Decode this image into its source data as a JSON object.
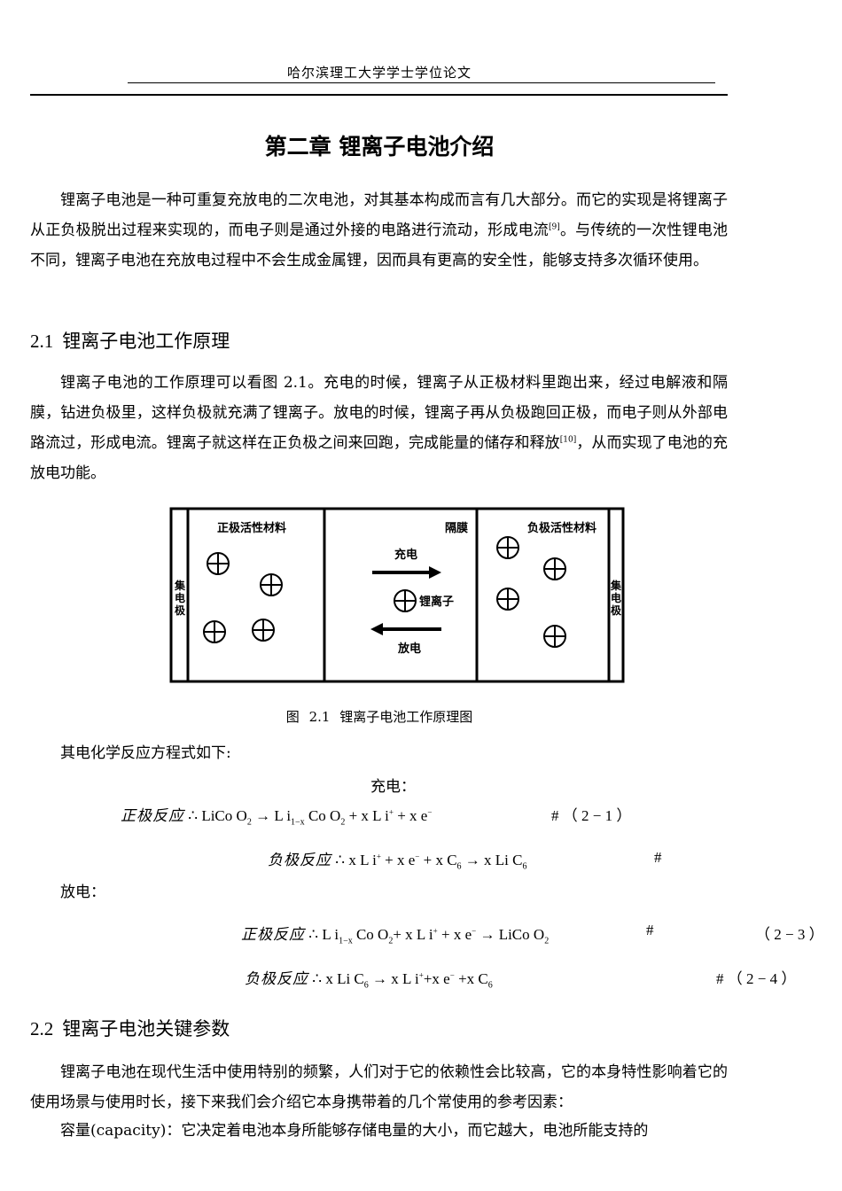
{
  "header": {
    "title": "哈尔滨理工大学学士学位论文"
  },
  "chapter": {
    "title": "第二章  锂离子电池介绍"
  },
  "intro": {
    "p1a": "锂离子电池是一种可重复充放电的二次电池，对其基本构成而言有几大部分。而它的实现是将锂离子从正负极脱出过程来实现的，而电子则是通过外接的电路进行流动，形成电流",
    "p1ref": "[9]",
    "p1b": "。与传统的一次性锂电池不同，锂离子电池在充放电过程中不会生成金属锂，因而具有更高的安全性，能够支持多次循环使用。"
  },
  "section1": {
    "number": "2.1",
    "title": "锂离子电池工作原理",
    "p1a": "锂离子电池的工作原理可以看图 2.1。充电的时候，锂离子从正极材料里跑出来，经过电解液和隔膜，钻进负极里，这样负极就充满了锂离子。放电的时候，锂离子再从负极跑回正极，而电子则从外部电路流过，形成电流。锂离子就这样在正负极之间来回跑，完成能量的储存和释放",
    "p1ref": "[10]",
    "p1b": "，从而实现了电池的充放电功能。"
  },
  "figure": {
    "label_cathode": "正极活性材料",
    "label_separator": "隔膜",
    "label_anode": "负极活性材料",
    "label_collector_left": "集电极",
    "label_collector_right": "集电极",
    "label_charge": "充电",
    "label_discharge": "放电",
    "label_ion": "锂离子",
    "ion_symbol": "⊕",
    "caption": "图  2.1   锂离子电池工作原理图"
  },
  "reactions": {
    "intro": "其电化学反应方程式如下:",
    "charge_heading": "充电：",
    "discharge_heading": "放电：",
    "hash": "#",
    "positive_label": "正极反应",
    "negative_label": "负极反应",
    "therefore": "∴",
    "eq1_tag": "（ 2 − 1 ）",
    "eq3_tag": "（ 2 − 3 ）",
    "eq4_tag": "（ 2 − 4 ）"
  },
  "section2": {
    "number": "2.2",
    "title": "锂离子电池关键参数",
    "p1": "锂离子电池在现代生活中使用特别的频繁，人们对于它的依赖性会比较高，它的本身特性影响着它的使用场景与使用时长，接下来我们会介绍它本身携带着的几个常使用的参考因素：",
    "p2": "容量(capacity)：它决定着电池本身所能够存储电量的大小，而它越大，电池所能支持的"
  }
}
